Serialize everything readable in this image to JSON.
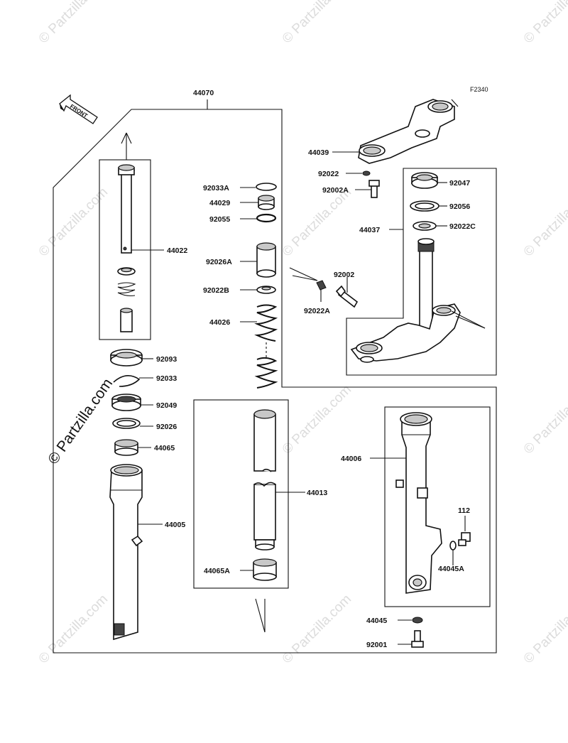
{
  "diagram_code": "F2340",
  "front_label": "FRONT",
  "watermark": {
    "brand": "© Partzilla.com",
    "copyright": "© Partzilla.com"
  },
  "labels": {
    "p44070": "44070",
    "p44039": "44039",
    "p92022": "92022",
    "p92002A": "92002A",
    "p92047": "92047",
    "p92056": "92056",
    "p44037": "44037",
    "p92022C": "92022C",
    "p92002": "92002",
    "p92022A": "92022A",
    "p44022": "44022",
    "p92033A": "92033A",
    "p44029": "44029",
    "p92055": "92055",
    "p92026A": "92026A",
    "p92022B": "92022B",
    "p44026": "44026",
    "p92093": "92093",
    "p92033": "92033",
    "p92049": "92049",
    "p92026": "92026",
    "p44065": "44065",
    "p44005": "44005",
    "p44013": "44013",
    "p44065A": "44065A",
    "p44006": "44006",
    "p112": "112",
    "p44045A": "44045A",
    "p44045": "44045",
    "p92001": "92001"
  }
}
